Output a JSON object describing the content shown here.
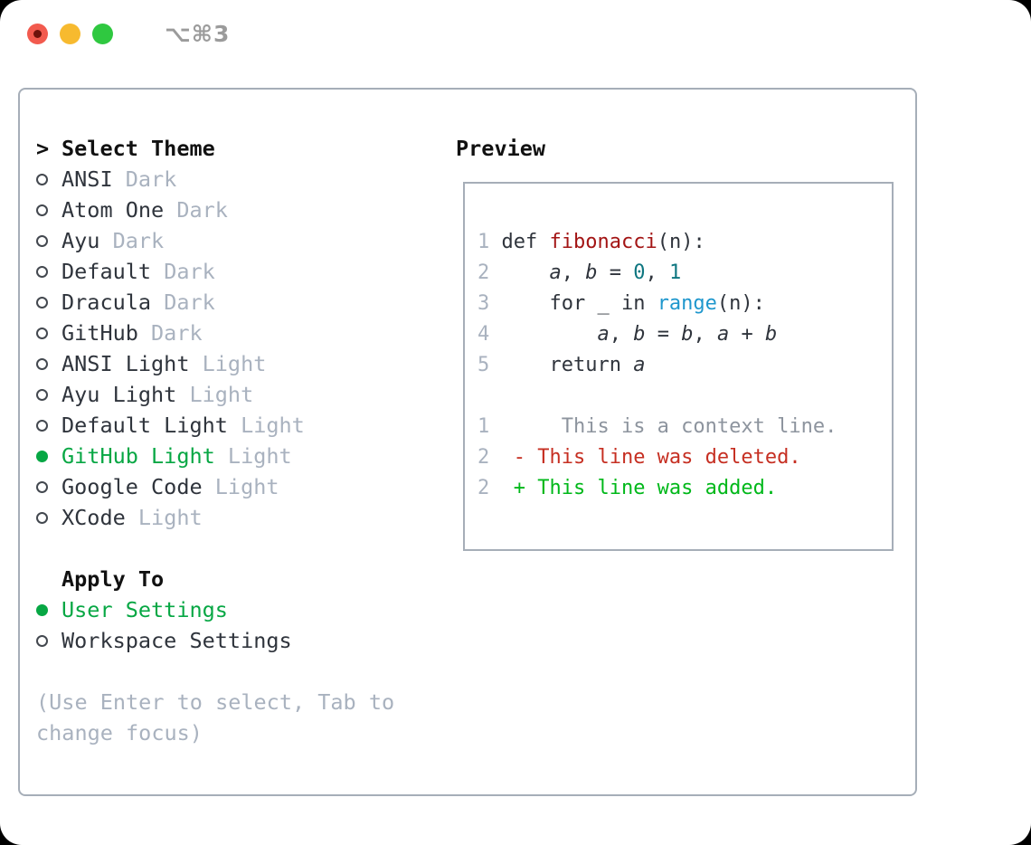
{
  "window": {
    "title": "⌥⌘3",
    "traffic_lights": [
      "close",
      "minimize",
      "zoom"
    ]
  },
  "theme_list": {
    "header_prefix": ">",
    "header": "Select Theme",
    "items": [
      {
        "name": "ANSI",
        "variant": "Dark",
        "selected": false
      },
      {
        "name": "Atom One",
        "variant": "Dark",
        "selected": false
      },
      {
        "name": "Ayu",
        "variant": "Dark",
        "selected": false
      },
      {
        "name": "Default",
        "variant": "Dark",
        "selected": false
      },
      {
        "name": "Dracula",
        "variant": "Dark",
        "selected": false
      },
      {
        "name": "GitHub",
        "variant": "Dark",
        "selected": false
      },
      {
        "name": "ANSI Light",
        "variant": "Light",
        "selected": false
      },
      {
        "name": "Ayu Light",
        "variant": "Light",
        "selected": false
      },
      {
        "name": "Default Light",
        "variant": "Light",
        "selected": false
      },
      {
        "name": "GitHub Light",
        "variant": "Light",
        "selected": true
      },
      {
        "name": "Google Code",
        "variant": "Light",
        "selected": false
      },
      {
        "name": "XCode",
        "variant": "Light",
        "selected": false
      }
    ]
  },
  "apply_to": {
    "header": "Apply To",
    "options": [
      {
        "name": "User Settings",
        "selected": true
      },
      {
        "name": "Workspace Settings",
        "selected": false
      }
    ]
  },
  "help_lines": [
    "(Use Enter to select, Tab to",
    "change focus)"
  ],
  "preview": {
    "header": "Preview",
    "lines": [
      {
        "num": "1",
        "kind": "code",
        "segments": [
          {
            "t": "def ",
            "c": "plain"
          },
          {
            "t": "fibonacci",
            "c": "func"
          },
          {
            "t": "(n):",
            "c": "plain"
          }
        ]
      },
      {
        "num": "2",
        "kind": "code",
        "segments": [
          {
            "t": "    ",
            "c": "plain"
          },
          {
            "t": "a",
            "c": "var"
          },
          {
            "t": ", ",
            "c": "plain"
          },
          {
            "t": "b",
            "c": "var"
          },
          {
            "t": " = ",
            "c": "plain"
          },
          {
            "t": "0",
            "c": "num"
          },
          {
            "t": ", ",
            "c": "plain"
          },
          {
            "t": "1",
            "c": "num"
          }
        ]
      },
      {
        "num": "3",
        "kind": "code",
        "segments": [
          {
            "t": "    for _ in ",
            "c": "plain"
          },
          {
            "t": "range",
            "c": "builtin"
          },
          {
            "t": "(n):",
            "c": "plain"
          }
        ]
      },
      {
        "num": "4",
        "kind": "code",
        "segments": [
          {
            "t": "        ",
            "c": "plain"
          },
          {
            "t": "a",
            "c": "var"
          },
          {
            "t": ", ",
            "c": "plain"
          },
          {
            "t": "b",
            "c": "var"
          },
          {
            "t": " = ",
            "c": "plain"
          },
          {
            "t": "b",
            "c": "var"
          },
          {
            "t": ", ",
            "c": "plain"
          },
          {
            "t": "a",
            "c": "var"
          },
          {
            "t": " + ",
            "c": "plain"
          },
          {
            "t": "b",
            "c": "var"
          }
        ]
      },
      {
        "num": "5",
        "kind": "code",
        "segments": [
          {
            "t": "    return ",
            "c": "plain"
          },
          {
            "t": "a",
            "c": "var"
          }
        ]
      },
      {
        "num": "",
        "kind": "blank",
        "segments": []
      },
      {
        "num": "1",
        "kind": "context",
        "segments": [
          {
            "t": "     This is a context line.",
            "c": "context"
          }
        ]
      },
      {
        "num": "2",
        "kind": "deleted",
        "segments": [
          {
            "t": " - This line was deleted.",
            "c": "deleted"
          }
        ]
      },
      {
        "num": "2",
        "kind": "added",
        "segments": [
          {
            "t": " + This line was added.",
            "c": "added"
          }
        ]
      }
    ]
  },
  "colors": {
    "accent_green": "#07a744",
    "added_green": "#00b81a",
    "deleted_red": "#c62f22",
    "func_red": "#a31515",
    "number_teal": "#0e7680",
    "builtin_blue": "#1f97cd",
    "text_dark": "#2f343c",
    "text_muted": "#a9b2bf",
    "context_gray": "#8d949e",
    "border_gray": "#a6aeb8",
    "header_black": "#111111",
    "titlebar_gray": "#9b9b9b",
    "traffic_red": "#f25a4e",
    "traffic_red_dot": "#6e120b",
    "traffic_yellow": "#f7ba2f",
    "traffic_green": "#2fc840",
    "window_bg": "#ffffff",
    "page_bg": "#000000"
  }
}
